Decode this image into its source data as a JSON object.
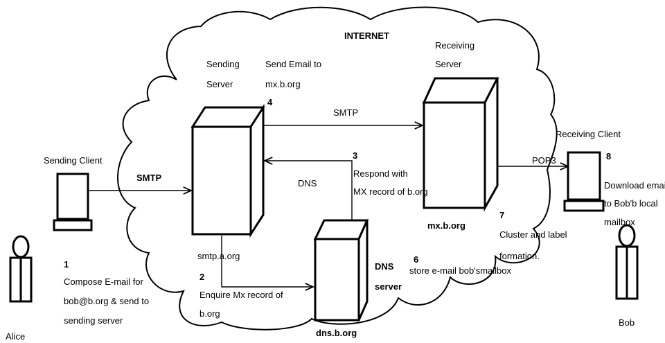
{
  "cloud_label": "INTERNET",
  "actors": {
    "alice": "Alice",
    "bob": "Bob"
  },
  "clients": {
    "sending": "Sending Client",
    "receiving": "Receiving Client"
  },
  "servers": {
    "sending": [
      "Sending",
      "Server"
    ],
    "receiving": [
      "Receiving",
      "Server"
    ],
    "dns": [
      "DNS",
      "server"
    ]
  },
  "hosts": {
    "sending": "smtp.a.org",
    "receiving": "mx.b.org",
    "dns": "dns.b.org"
  },
  "links": {
    "client_to_server": "SMTP",
    "server_to_server": "SMTP",
    "dns_query": "DNS",
    "pop3": "POP3"
  },
  "steps": [
    {
      "number": "1",
      "lines": [
        "Compose E-mail for",
        "bob@b.org & send to",
        "sending server"
      ]
    },
    {
      "number": "2",
      "lines": [
        "Enquire Mx record of",
        "b.org"
      ]
    },
    {
      "number": "3",
      "lines": [
        "Respond with",
        "MX record of b.org"
      ]
    },
    {
      "number": "4",
      "lines": [
        "Send Email to",
        "mx.b.org"
      ]
    },
    {
      "number": "6",
      "lines": [
        "store e-mail  bob'smailbox"
      ]
    },
    {
      "number": "7",
      "lines": [
        "Cluster and label",
        "formation."
      ]
    },
    {
      "number": "8",
      "lines": [
        "Download email",
        "to Bob'b local",
        "mailbox"
      ]
    }
  ]
}
